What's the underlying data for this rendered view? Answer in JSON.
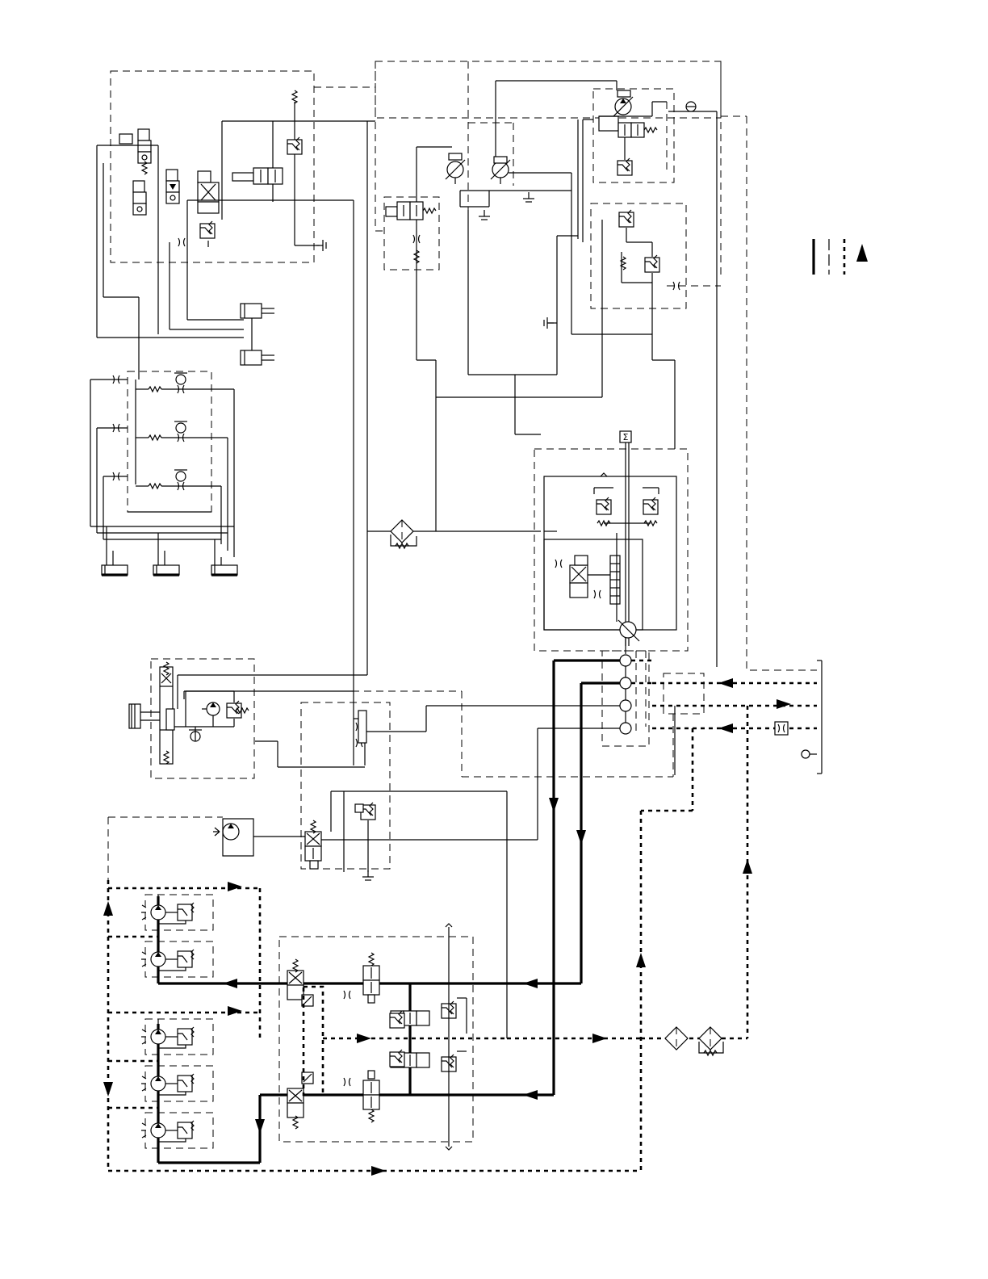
{
  "colors": {
    "line": "#000000",
    "background": "#ffffff"
  },
  "legend": {
    "line_styles": [
      "solid-line",
      "long-dash-line",
      "short-dash-line"
    ],
    "arrow": "flow-direction-arrow"
  },
  "diagram": {
    "type": "hydraulic-schematic",
    "sensor_label": "Σ"
  }
}
